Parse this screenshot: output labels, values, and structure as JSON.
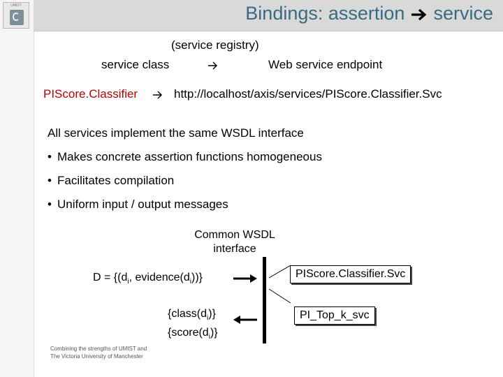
{
  "header": {
    "title_left": "Bindings: assertion",
    "title_right": "service"
  },
  "logo": {
    "caption": "UMIST"
  },
  "mapping": {
    "registry_label": "(service registry)",
    "service_class_label": "service class",
    "endpoint_label": "Web service endpoint",
    "example_class": "PIScore.Classifier",
    "example_url": "http://localhost/axis/services/PIScore.Classifier.Svc"
  },
  "content": {
    "intro": "All services implement the same WSDL interface",
    "bullets": [
      "Makes concrete assertion functions homogeneous",
      "Facilitates compilation",
      "Uniform input / output messages"
    ]
  },
  "diagram": {
    "interface_label": "Common WSDL interface",
    "input_prefix": "D = {(d",
    "input_sub1": "i",
    "input_mid": ", evidence(d",
    "input_sub2": "i",
    "input_suffix": "))}",
    "output_line1_prefix": "{class(d",
    "output_line1_sub": "i",
    "output_line1_suffix": ")}",
    "output_line2_prefix": "{score(d",
    "output_line2_sub": "i",
    "output_line2_suffix": ")}",
    "service_1": "PIScore.Classifier.Svc",
    "service_2": "PI_Top_k_svc"
  },
  "footer": {
    "line1": "Combining the strengths of UMIST and",
    "line2": "The Victoria University of Manchester"
  },
  "colors": {
    "title": "#3a6a82",
    "title_bar": "#d9d9d9",
    "highlight": "#c00000"
  }
}
